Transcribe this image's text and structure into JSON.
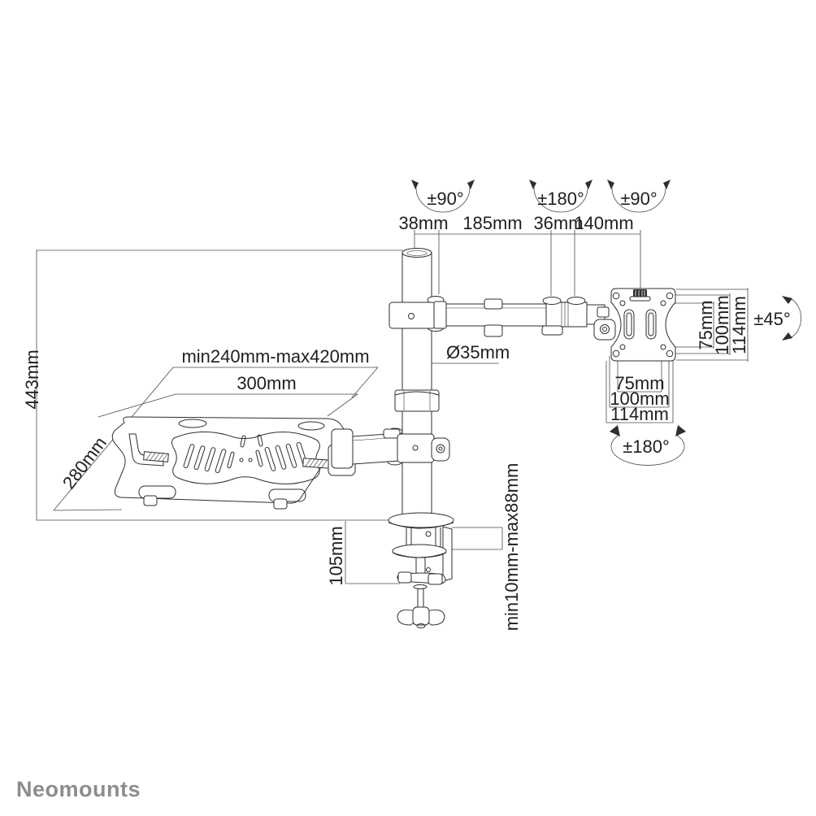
{
  "brand": {
    "logo_text": "Neomounts"
  },
  "labels": {
    "pole_height": "443mm",
    "dim_38": "38mm",
    "dim_185": "185mm",
    "dim_36": "36mm",
    "dim_140": "140mm",
    "rot_pole": "±90°",
    "rot_elbow": "±180°",
    "rot_vesa_swivel": "±90°",
    "tray_range": "min240mm-max420mm",
    "tray_width": "300mm",
    "tray_depth": "280mm",
    "pole_diameter": "Ø35mm",
    "vesa_side_75": "75mm",
    "vesa_side_100": "100mm",
    "vesa_side_114": "114mm",
    "vesa_tilt": "±45°",
    "vesa_bottom_75": "75mm",
    "vesa_bottom_100": "100mm",
    "vesa_bottom_114": "114mm",
    "vesa_rotation": "±180°",
    "clamp_height": "105mm",
    "clamp_range": "min10mm-max88mm"
  },
  "colors": {
    "background": "#ffffff",
    "part_line": "#2e2e2e",
    "dimension_line": "#4a4a4a",
    "text": "#1f1f1f",
    "logo": "#8d8d90"
  }
}
